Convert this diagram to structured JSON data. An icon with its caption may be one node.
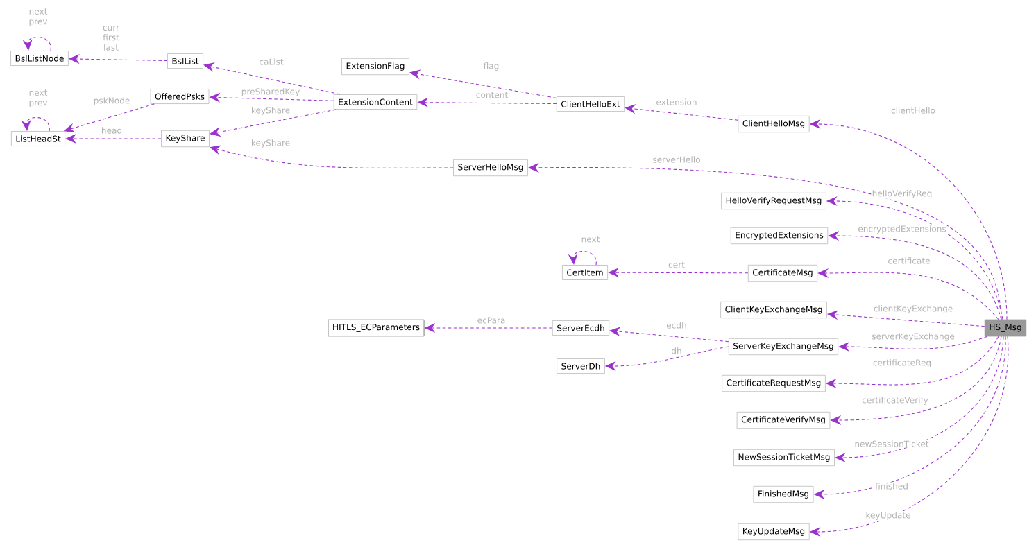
{
  "diagram": {
    "nodes": [
      {
        "text": [
          "BslListNode"
        ]
      },
      {
        "text": [
          "BslList"
        ]
      },
      {
        "text": [
          "ExtensionFlag"
        ]
      },
      {
        "text": [
          "OfferedPsks"
        ]
      },
      {
        "text": [
          "ExtensionContent"
        ]
      },
      {
        "text": [
          "ClientHelloExt"
        ]
      },
      {
        "text": [
          "ListHeadSt"
        ]
      },
      {
        "text": [
          "KeyShare"
        ]
      },
      {
        "text": [
          "ClientHelloMsg"
        ]
      },
      {
        "text": [
          "ServerHelloMsg"
        ]
      },
      {
        "text": [
          "HelloVerifyRequestMsg"
        ]
      },
      {
        "text": [
          "EncryptedExtensions"
        ]
      },
      {
        "text": [
          "CertItem"
        ]
      },
      {
        "text": [
          "CertificateMsg"
        ]
      },
      {
        "text": [
          "HITLS_ECParameters"
        ]
      },
      {
        "text": [
          "ServerEcdh"
        ]
      },
      {
        "text": [
          "ClientKeyExchangeMsg"
        ]
      },
      {
        "text": [
          "HS_Msg"
        ]
      },
      {
        "text": [
          "ServerKeyExchangeMsg"
        ]
      },
      {
        "text": [
          "ServerDh"
        ]
      },
      {
        "text": [
          "CertificateRequestMsg"
        ]
      },
      {
        "text": [
          "CertificateVerifyMsg"
        ]
      },
      {
        "text": [
          "NewSessionTicketMsg"
        ]
      },
      {
        "text": [
          "FinishedMsg"
        ]
      },
      {
        "text": [
          "KeyUpdateMsg"
        ]
      }
    ],
    "edges": [
      {
        "from": 0,
        "to": 0,
        "arrow": "to",
        "label": "next prev"
      },
      {
        "from": 1,
        "to": 0,
        "arrow": "to",
        "label": "curr first last"
      },
      {
        "from": 4,
        "to": 1,
        "arrow": "to",
        "label": "caList"
      },
      {
        "from": 5,
        "to": 2,
        "arrow": "to",
        "label": "flag"
      },
      {
        "from": 4,
        "to": 3,
        "arrow": "to",
        "label": "preSharedKey"
      },
      {
        "from": 5,
        "to": 4,
        "arrow": "to",
        "label": "content"
      },
      {
        "from": 8,
        "to": 5,
        "arrow": "to",
        "label": "extension"
      },
      {
        "from": 3,
        "to": 6,
        "arrow": "to",
        "label": "pskNode"
      },
      {
        "from": 6,
        "to": 6,
        "arrow": "to",
        "label": "next prev"
      },
      {
        "from": 7,
        "to": 6,
        "arrow": "to",
        "label": "head"
      },
      {
        "from": 4,
        "to": 7,
        "arrow": "to",
        "label": "keyShare"
      },
      {
        "from": 9,
        "to": 7,
        "arrow": "to",
        "label": "keyShare"
      },
      {
        "from": 17,
        "to": 8,
        "arrow": "to",
        "label": "clientHello"
      },
      {
        "from": 17,
        "to": 9,
        "arrow": "to",
        "label": "serverHello"
      },
      {
        "from": 17,
        "to": 10,
        "arrow": "to",
        "label": "helloVerifyReq"
      },
      {
        "from": 17,
        "to": 11,
        "arrow": "to",
        "label": "encryptedExtensions"
      },
      {
        "from": 12,
        "to": 12,
        "arrow": "to",
        "label": "next"
      },
      {
        "from": 13,
        "to": 12,
        "arrow": "to",
        "label": "cert"
      },
      {
        "from": 17,
        "to": 13,
        "arrow": "to",
        "label": "certificate"
      },
      {
        "from": 15,
        "to": 14,
        "arrow": "to",
        "label": "ecPara"
      },
      {
        "from": 18,
        "to": 15,
        "arrow": "to",
        "label": "ecdh"
      },
      {
        "from": 18,
        "to": 19,
        "arrow": "to",
        "label": "dh"
      },
      {
        "from": 17,
        "to": 16,
        "arrow": "to",
        "label": "clientKeyExchange"
      },
      {
        "from": 17,
        "to": 18,
        "arrow": "to",
        "label": "serverKeyExchange"
      },
      {
        "from": 17,
        "to": 20,
        "arrow": "to",
        "label": "certificateReq"
      },
      {
        "from": 17,
        "to": 21,
        "arrow": "to",
        "label": "certificateVerify"
      },
      {
        "from": 17,
        "to": 22,
        "arrow": "to",
        "label": "newSessionTicket"
      },
      {
        "from": 17,
        "to": 23,
        "arrow": "to",
        "label": "finished"
      },
      {
        "from": 17,
        "to": 24,
        "arrow": "to",
        "label": "keyUpdate"
      }
    ]
  }
}
